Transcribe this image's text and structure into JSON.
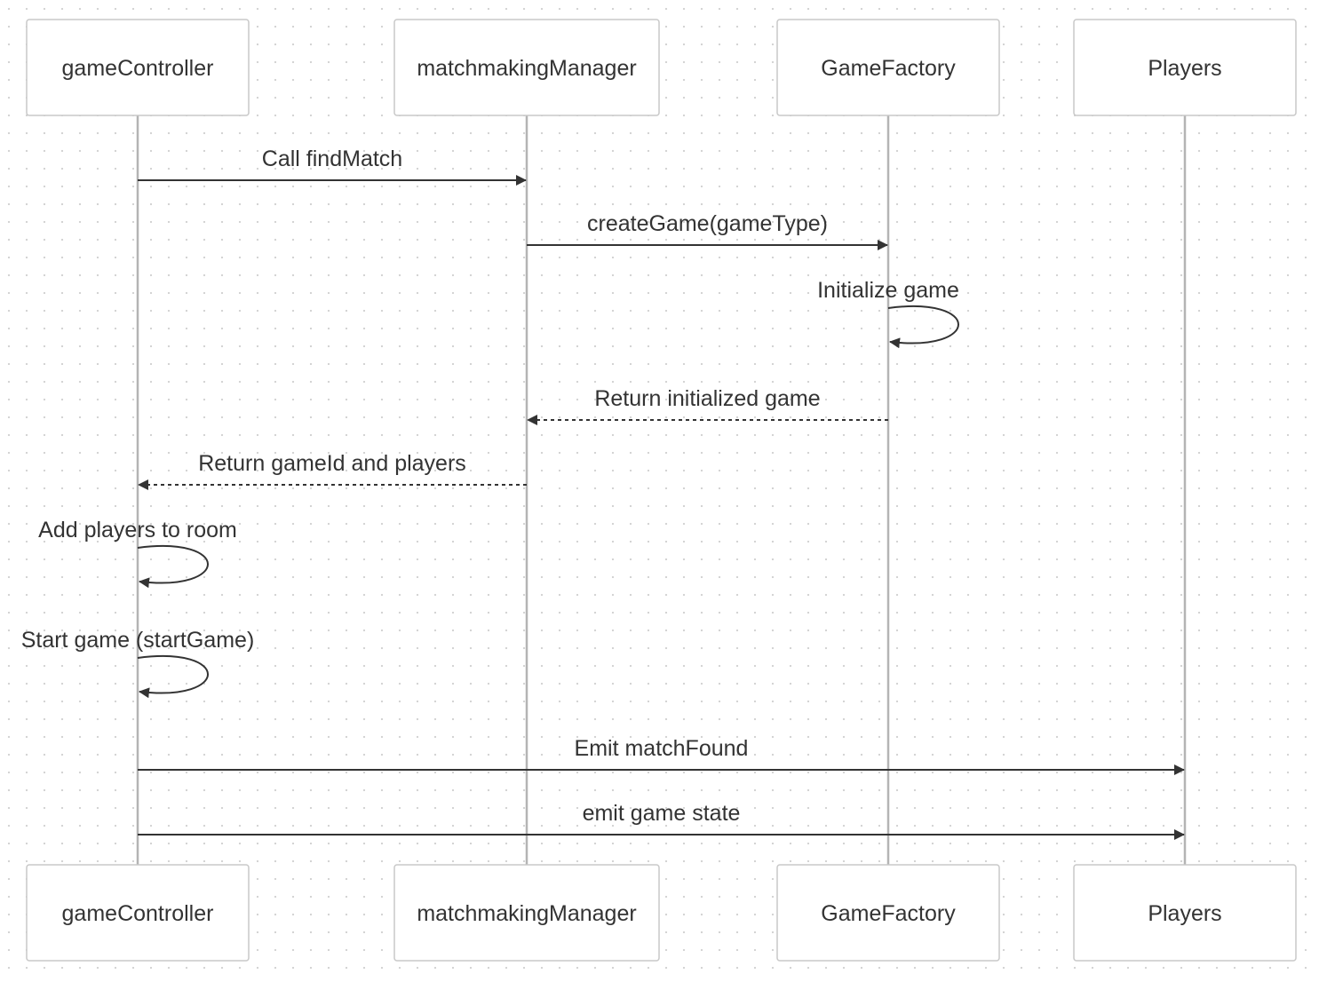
{
  "diagram": {
    "type": "sequence",
    "actors": [
      {
        "id": "gc",
        "label": "gameController"
      },
      {
        "id": "mm",
        "label": "matchmakingManager"
      },
      {
        "id": "gf",
        "label": "GameFactory"
      },
      {
        "id": "pl",
        "label": "Players"
      }
    ],
    "messages": [
      {
        "from": "gc",
        "to": "mm",
        "label": "Call findMatch",
        "style": "solid"
      },
      {
        "from": "mm",
        "to": "gf",
        "label": "createGame(gameType)",
        "style": "solid"
      },
      {
        "from": "gf",
        "to": "gf",
        "label": "Initialize game",
        "style": "solid"
      },
      {
        "from": "gf",
        "to": "mm",
        "label": "Return initialized game",
        "style": "dashed"
      },
      {
        "from": "mm",
        "to": "gc",
        "label": "Return gameId and players",
        "style": "dashed"
      },
      {
        "from": "gc",
        "to": "gc",
        "label": "Add players to room",
        "style": "solid"
      },
      {
        "from": "gc",
        "to": "gc",
        "label": "Start game (startGame)",
        "style": "solid"
      },
      {
        "from": "gc",
        "to": "pl",
        "label": "Emit matchFound",
        "style": "solid"
      },
      {
        "from": "gc",
        "to": "pl",
        "label": "emit game state",
        "style": "solid"
      }
    ]
  },
  "colors": {
    "line": "#333333",
    "lifeline": "#b4b4b4",
    "box_border": "#c8c8c8",
    "text": "#333333"
  }
}
